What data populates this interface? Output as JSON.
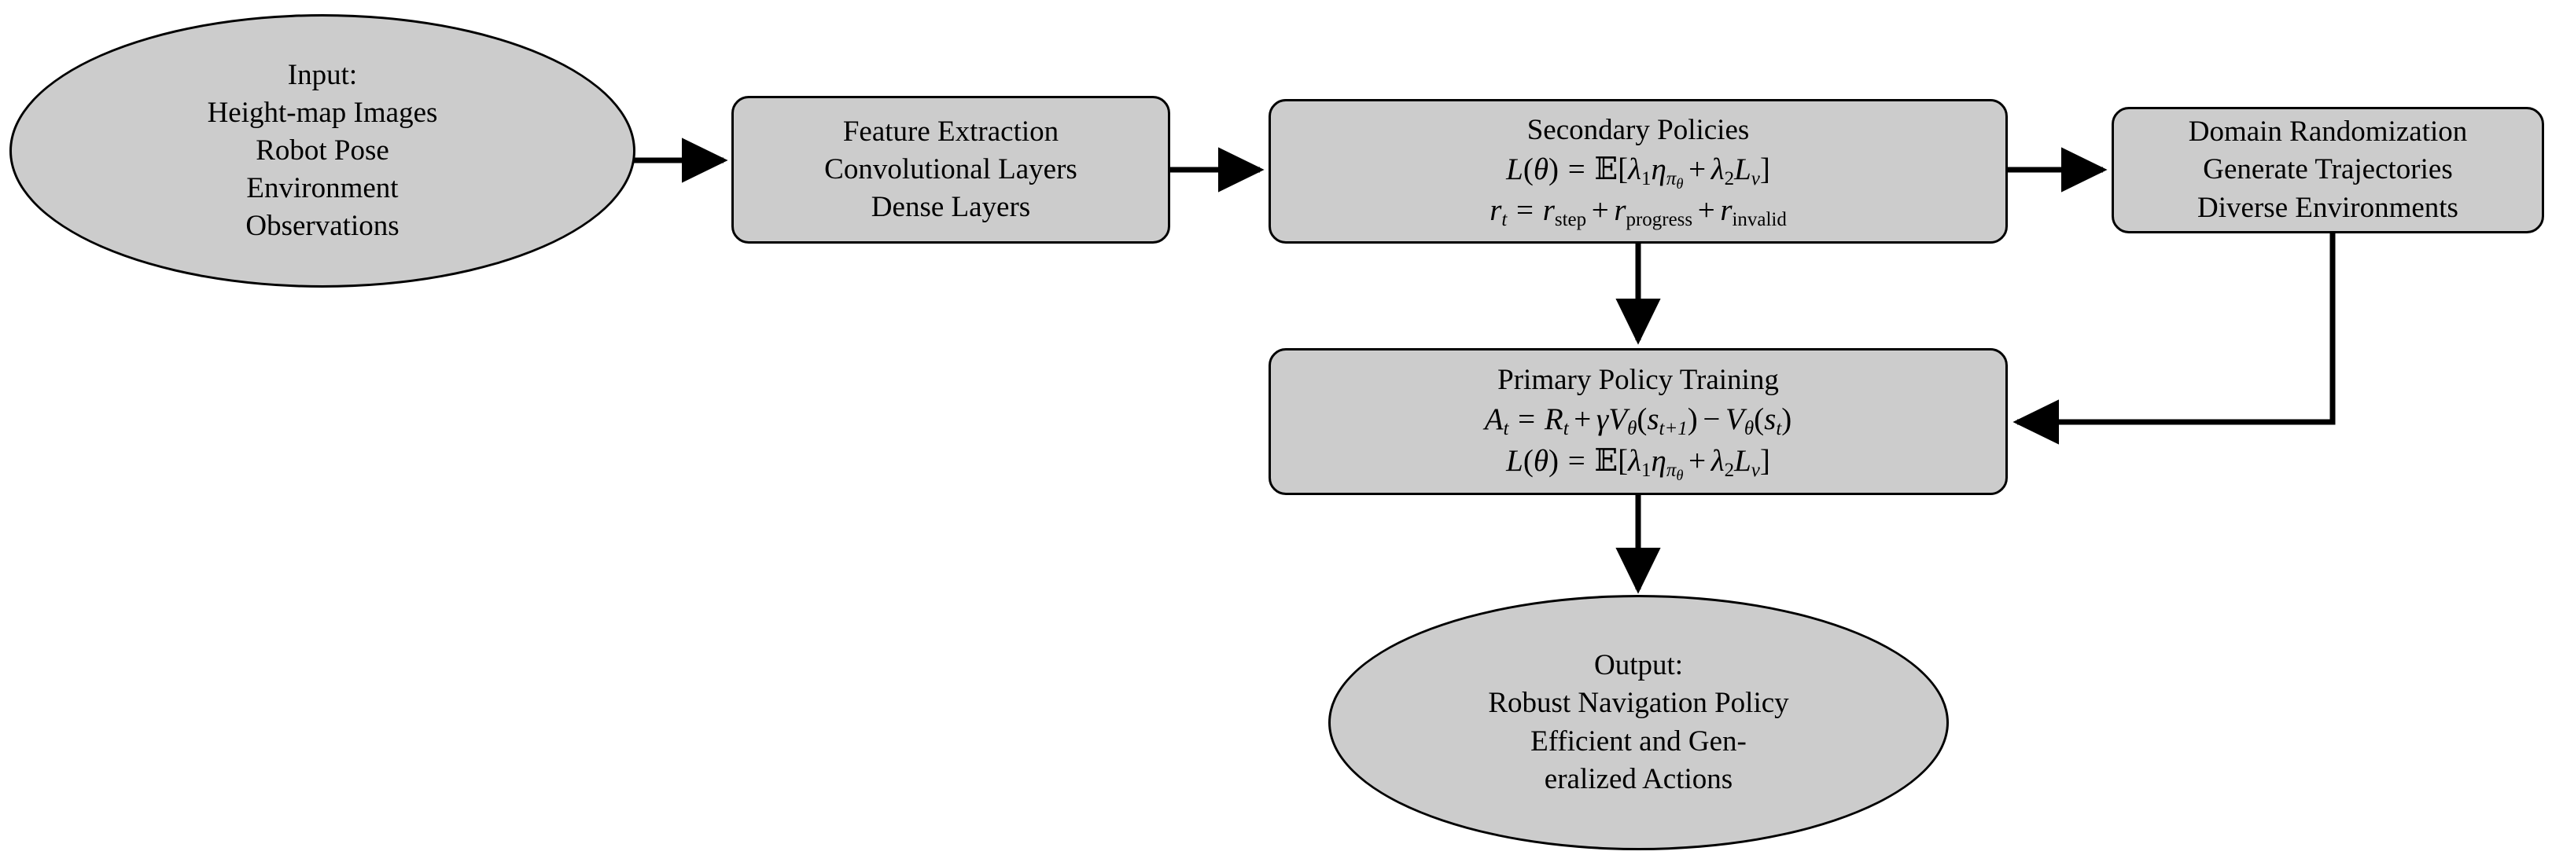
{
  "diagram": {
    "title": "Robot navigation policy training pipeline",
    "fill_color": "#cccccc",
    "stroke_color": "#000000",
    "background_color": "#ffffff"
  },
  "nodes": {
    "input": {
      "shape": "ellipse",
      "lines": [
        "Input:",
        "Height-map Images",
        "Robot Pose",
        "Environment",
        "Observations"
      ]
    },
    "feature_extraction": {
      "shape": "rounded-rectangle",
      "lines": [
        "Feature Extraction",
        "Convolutional Layers",
        "Dense Layers"
      ]
    },
    "secondary_policies": {
      "shape": "rounded-rectangle",
      "title": "Secondary Policies",
      "equations": [
        "L(theta) = E[lambda_1 eta_{pi_theta} + lambda_2 L_v]",
        "r_t = r_step + r_progress + r_invalid"
      ]
    },
    "domain_randomization": {
      "shape": "rounded-rectangle",
      "lines": [
        "Domain Randomization",
        "Generate Trajectories",
        "Diverse Environments"
      ]
    },
    "primary_policy": {
      "shape": "rounded-rectangle",
      "title": "Primary Policy Training",
      "equations": [
        "A_t = R_t + gamma V_theta(s_{t+1}) - V_theta(s_t)",
        "L(theta) = E[lambda_1 eta_{pi_theta} + lambda_2 L_v]"
      ]
    },
    "output": {
      "shape": "ellipse",
      "lines": [
        "Output:",
        "Robust Navigation Policy",
        "Efficient and Gen-",
        "eralized Actions"
      ]
    }
  },
  "edges": [
    {
      "name": "input-to-feature-extraction",
      "from": "input",
      "to": "feature_extraction",
      "style": "straight-horizontal"
    },
    {
      "name": "feature-extraction-to-secondary-policies",
      "from": "feature_extraction",
      "to": "secondary_policies",
      "style": "straight-horizontal"
    },
    {
      "name": "secondary-policies-to-domain-randomization",
      "from": "secondary_policies",
      "to": "domain_randomization",
      "style": "straight-horizontal"
    },
    {
      "name": "secondary-policies-to-primary-policy",
      "from": "secondary_policies",
      "to": "primary_policy",
      "style": "straight-vertical"
    },
    {
      "name": "domain-randomization-to-primary-policy",
      "from": "domain_randomization",
      "to": "primary_policy",
      "style": "elbow-down-left"
    },
    {
      "name": "primary-policy-to-output",
      "from": "primary_policy",
      "to": "output",
      "style": "straight-vertical"
    }
  ],
  "symbols": {
    "lambda": "λ",
    "eta": "η",
    "pi": "π",
    "theta": "θ",
    "gamma": "γ",
    "expectation": "ᴇ",
    "equals": "=",
    "plus": "+",
    "minus": "−",
    "bracket_open": "[",
    "bracket_close": "]"
  }
}
